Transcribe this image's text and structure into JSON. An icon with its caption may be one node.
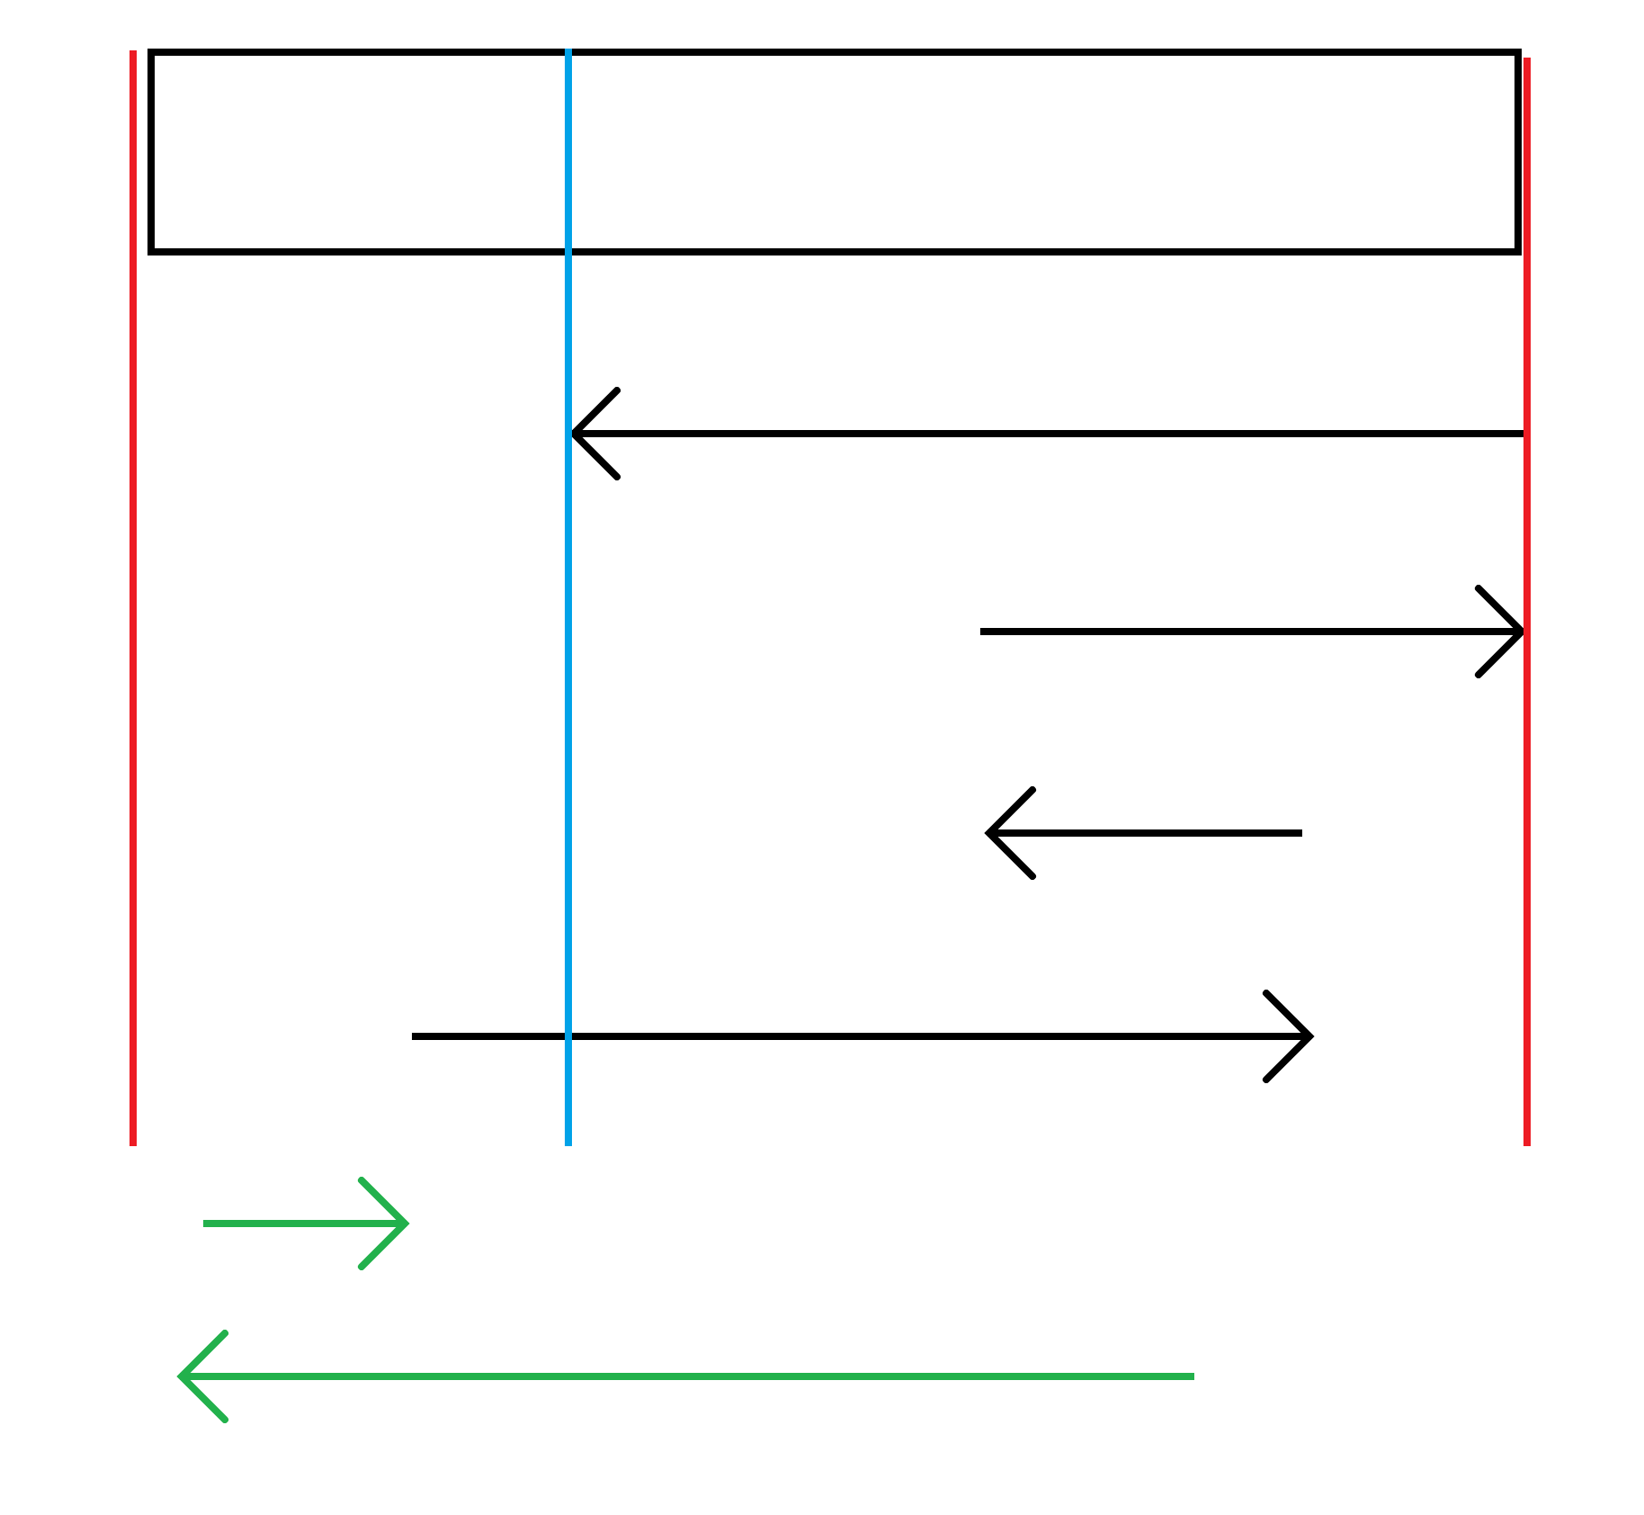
{
  "diagram": {
    "nodes": [
      {
        "text": [],
        "shape": "box"
      },
      {
        "text": [],
        "shape": "bar"
      },
      {
        "text": [],
        "shape": "bar"
      },
      {
        "text": [],
        "shape": "bar"
      }
    ],
    "edges": [
      {
        "from": 3,
        "to": 2,
        "arrow": "to"
      },
      {
        "from": null,
        "to": 3,
        "arrow": "to"
      }
    ]
  }
}
